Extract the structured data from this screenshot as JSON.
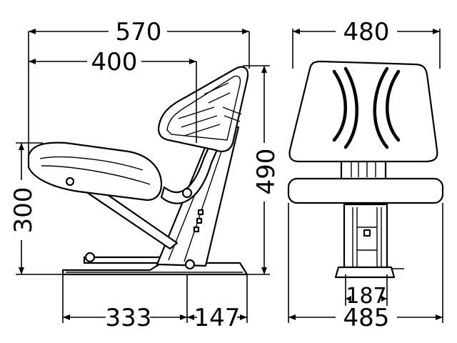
{
  "drawing": {
    "dimensions": {
      "side_overall_length": "570",
      "side_backrest_reach": "400",
      "side_overall_height": "490",
      "side_seat_height": "300",
      "side_rail_front": "333",
      "side_rail_rear": "147",
      "front_backrest_width": "480",
      "front_seat_width": "485",
      "front_base_width": "187"
    }
  }
}
